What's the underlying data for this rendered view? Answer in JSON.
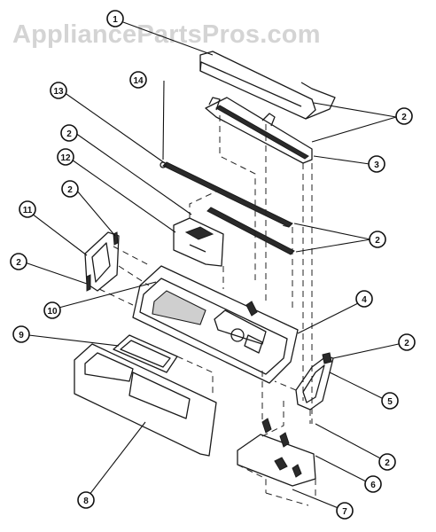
{
  "watermark": "AppliancePartsPros.com",
  "callouts": [
    {
      "key": "c1",
      "label": "1"
    },
    {
      "key": "c2a",
      "label": "2"
    },
    {
      "key": "c3",
      "label": "3"
    },
    {
      "key": "c14",
      "label": "14"
    },
    {
      "key": "c13",
      "label": "13"
    },
    {
      "key": "c2b",
      "label": "2"
    },
    {
      "key": "c12",
      "label": "12"
    },
    {
      "key": "c2c",
      "label": "2"
    },
    {
      "key": "c11",
      "label": "11"
    },
    {
      "key": "c2d",
      "label": "2"
    },
    {
      "key": "c2e",
      "label": "2"
    },
    {
      "key": "c4",
      "label": "4"
    },
    {
      "key": "c10",
      "label": "10"
    },
    {
      "key": "c9",
      "label": "9"
    },
    {
      "key": "c2f",
      "label": "2"
    },
    {
      "key": "c5",
      "label": "5"
    },
    {
      "key": "c2g",
      "label": "2"
    },
    {
      "key": "c6",
      "label": "6"
    },
    {
      "key": "c8",
      "label": "8"
    },
    {
      "key": "c7",
      "label": "7"
    }
  ]
}
